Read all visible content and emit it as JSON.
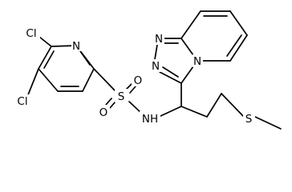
{
  "structure": {
    "atoms": {
      "cl_top": "Cl",
      "cl_bottom": "Cl",
      "pyridine_n": "N",
      "sulfur_sulfonyl": "S",
      "oxygen_top": "O",
      "oxygen_bottom": "O",
      "amine_n": "N",
      "amine_h": "H",
      "triazole_n1": "N",
      "triazole_n2": "N",
      "triazole_n_bridge": "N",
      "sulfur_thioether": "S"
    }
  }
}
